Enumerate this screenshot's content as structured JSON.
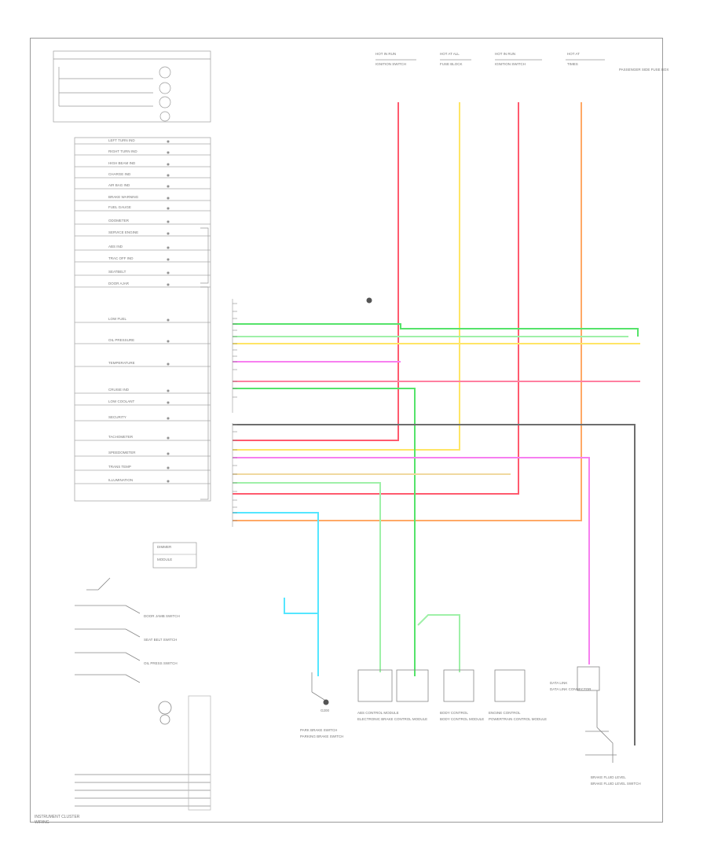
{
  "caption": "INSTRUMENT CLUSTER",
  "caption_sub": "WIRING",
  "top_fuses": [
    {
      "label": "HOT IN RUN",
      "sub": "IGNITION SWITCH"
    },
    {
      "label": "HOT AT ALL",
      "sub": "FUSE BLOCK"
    },
    {
      "label": "HOT IN RUN",
      "sub": "IGNITION SWITCH"
    },
    {
      "label": "HOT AT",
      "sub": "TIMES"
    }
  ],
  "right_note": "PASSENGER SIDE FUSE BOX",
  "wire_colors": {
    "red": "#ff5a6e",
    "pink": "#ff7fa0",
    "yellow": "#ffe566",
    "green": "#55e36a",
    "lightgreen": "#9ff0a8",
    "magenta": "#f77ff0",
    "orange": "#ffa966",
    "cyan": "#55e6ff",
    "gray": "#6d6d6d",
    "tan": "#f0d9a0"
  },
  "left_rows": [
    "LEFT TURN IND",
    "RIGHT TURN IND",
    "HIGH BEAM IND",
    "CHARGE IND",
    "AIR BAG IND",
    "BRAKE WARNING",
    "FUEL GAUGE",
    "ODOMETER",
    "SERVICE ENGINE",
    "ABS IND",
    "TRAC OFF IND",
    "SEATBELT",
    "DOOR AJAR",
    "LOW FUEL",
    "OIL PRESSURE",
    "TEMPERATURE",
    "CRUISE IND",
    "LOW COOLANT",
    "SECURITY",
    "TACHOMETER",
    "SPEEDOMETER",
    "TRANS TEMP",
    "ILLUMINATION"
  ],
  "bottom_components": [
    {
      "title": "PARK BRAKE SWITCH",
      "desc": "PARKING BRAKE SWITCH"
    },
    {
      "title": "ABS CONTROL MODULE",
      "desc": "ELECTRONIC BRAKE CONTROL MODULE"
    },
    {
      "title": "BODY CONTROL",
      "desc": "BODY CONTROL MODULE"
    },
    {
      "title": "ENGINE CONTROL",
      "desc": "POWERTRAIN CONTROL MODULE"
    },
    {
      "title": "DATA LINK",
      "desc": "DATA LINK CONNECTOR"
    },
    {
      "title": "BRAKE FLUID LEVEL",
      "desc": "BRAKE FLUID LEVEL SWITCH"
    }
  ],
  "switch_labels": [
    "DOOR JAMB SWITCH",
    "SEAT BELT SWITCH",
    "OIL PRESS SWITCH"
  ],
  "ground_label": "G200"
}
